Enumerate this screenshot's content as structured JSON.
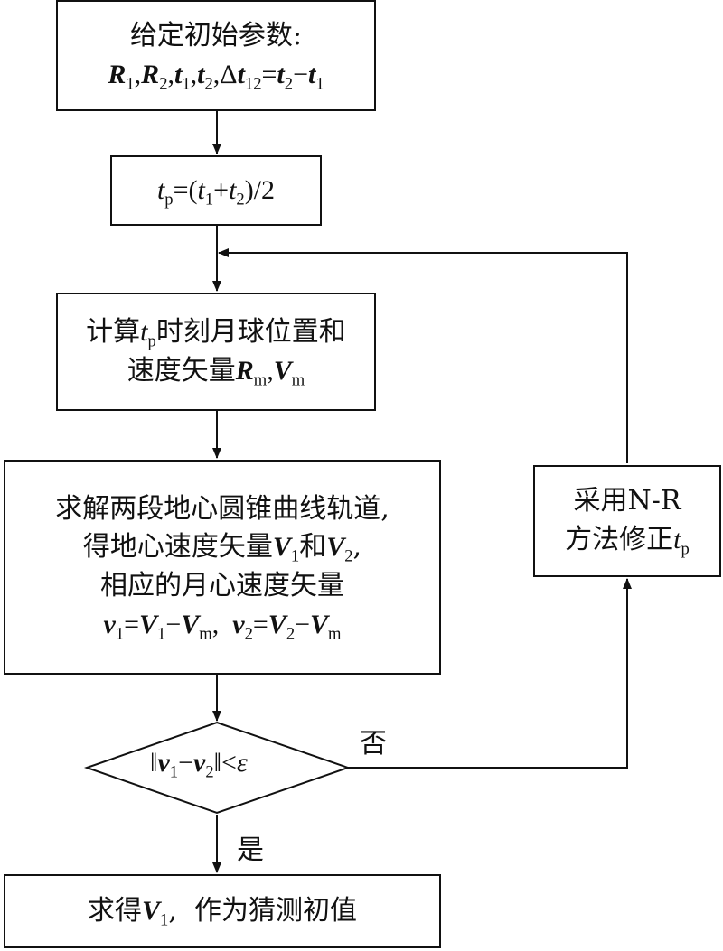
{
  "box1": {
    "line1": "给定初始参数:",
    "R": "R",
    "s1": "1",
    "sep": ",",
    "s2": "2",
    "t": "t",
    "delta": "Δ",
    "s12": "12",
    "eq": "=",
    "minus": "−"
  },
  "box2": {
    "tp_sub": "p",
    "eq_open": "=(",
    "plus": "+",
    "close_div": ")/2"
  },
  "box3": {
    "line1_pre": "计算",
    "line1_post": "时刻月球位置和",
    "line2_pre": "速度矢量",
    "m_sub": "m",
    "V": "V"
  },
  "box4": {
    "line1": "求解两段地心圆锥曲线轨道,",
    "line2_pre": "得地心速度矢量",
    "line2_and": "和",
    "line2_end": ",",
    "line3": "相应的月心速度矢量",
    "v": "v",
    "sep2": ",  "
  },
  "decision": {
    "norm": "‖",
    "lt": "<",
    "eps": "ε"
  },
  "box5": {
    "line1": "采用N-R",
    "line2_pre": "方法修正"
  },
  "box6": {
    "pre": "求得",
    "post": ",  作为猜测初值"
  },
  "labels": {
    "no": "否",
    "yes": "是"
  }
}
